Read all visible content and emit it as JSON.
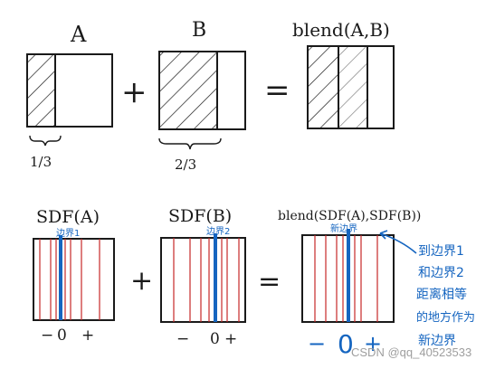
{
  "top_row": {
    "label_a": "A",
    "label_b": "B",
    "label_blend": "blend(A,B)",
    "plus": "+",
    "equals": "=",
    "fraction_a": "1/3",
    "fraction_b": "2/3"
  },
  "bottom_row": {
    "label_sdf_a": "SDF(A)",
    "label_sdf_b": "SDF(B)",
    "label_blend": "blend(SDF(A),SDF(B))",
    "plus": "+",
    "equals": "=",
    "edge_a": "边界1",
    "edge_b": "边界2",
    "edge_new": "新边界",
    "axis_a": {
      "minus": "−",
      "zero": "0",
      "plus": "+"
    },
    "axis_b": {
      "minus": "−",
      "zero": "0",
      "plus": "+"
    },
    "axis_blend": {
      "minus": "−",
      "zero": "0",
      "plus": "+"
    }
  },
  "annotation": [
    "到边界1",
    "和边界2",
    "距离相等",
    "的地方作为",
    "新边界"
  ],
  "watermark": "CSDN @qq_40523533",
  "colors": {
    "ink": "#1a1a1a",
    "red_line": "#c62828",
    "blue_line": "#1565c0",
    "annotation": "#1565c0"
  }
}
